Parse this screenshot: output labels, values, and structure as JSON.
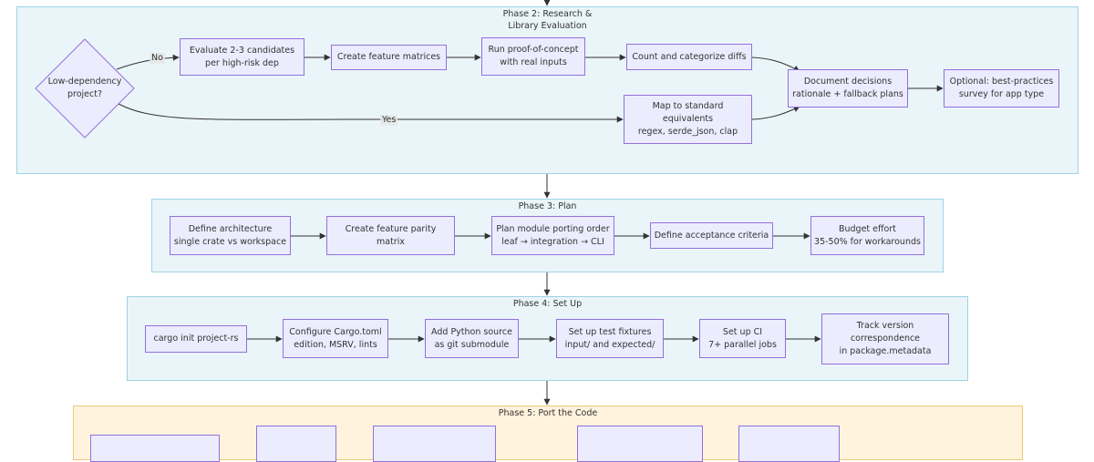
{
  "phase2": {
    "title": "Phase 2: Research &\nLibrary Evaluation",
    "decision": "Low-dependency\nproject?",
    "label_no": "No",
    "label_yes": "Yes",
    "evaluate": "Evaluate 2-3 candidates\nper high-risk dep",
    "matrices": "Create feature matrices",
    "poc": "Run proof-of-concept\nwith real inputs",
    "diffs": "Count and categorize diffs",
    "map_std": "Map to standard\nequivalents\nregex, serde_json, clap",
    "document": "Document decisions\nrationale + fallback plans",
    "optional": "Optional: best-practices\nsurvey for app type"
  },
  "phase3": {
    "title": "Phase 3: Plan",
    "architecture": "Define architecture\nsingle crate vs workspace",
    "parity": "Create feature parity\nmatrix",
    "porting_order": "Plan module porting order\nleaf → integration → CLI",
    "acceptance": "Define acceptance criteria",
    "budget": "Budget effort\n35-50% for workarounds"
  },
  "phase4": {
    "title": "Phase 4: Set Up",
    "cargo_init": "cargo init project-rs",
    "cargo_toml": "Configure Cargo.toml\nedition, MSRV, lints",
    "python_source": "Add Python source\nas git submodule",
    "fixtures": "Set up test fixtures\ninput/ and expected/",
    "ci": "Set up CI\n7+ parallel jobs",
    "version": "Track version\ncorrespondence\nin package.metadata"
  },
  "phase5": {
    "title": "Phase 5: Port the Code"
  },
  "colors": {
    "node_fill": "#ececff",
    "node_stroke": "#9370db",
    "cluster_fill": "#eaf5f9",
    "cluster_stroke": "#9fd3e6",
    "cluster_phase5_fill": "#fff3dd",
    "cluster_phase5_stroke": "#f2c77a",
    "edge": "#333333"
  }
}
